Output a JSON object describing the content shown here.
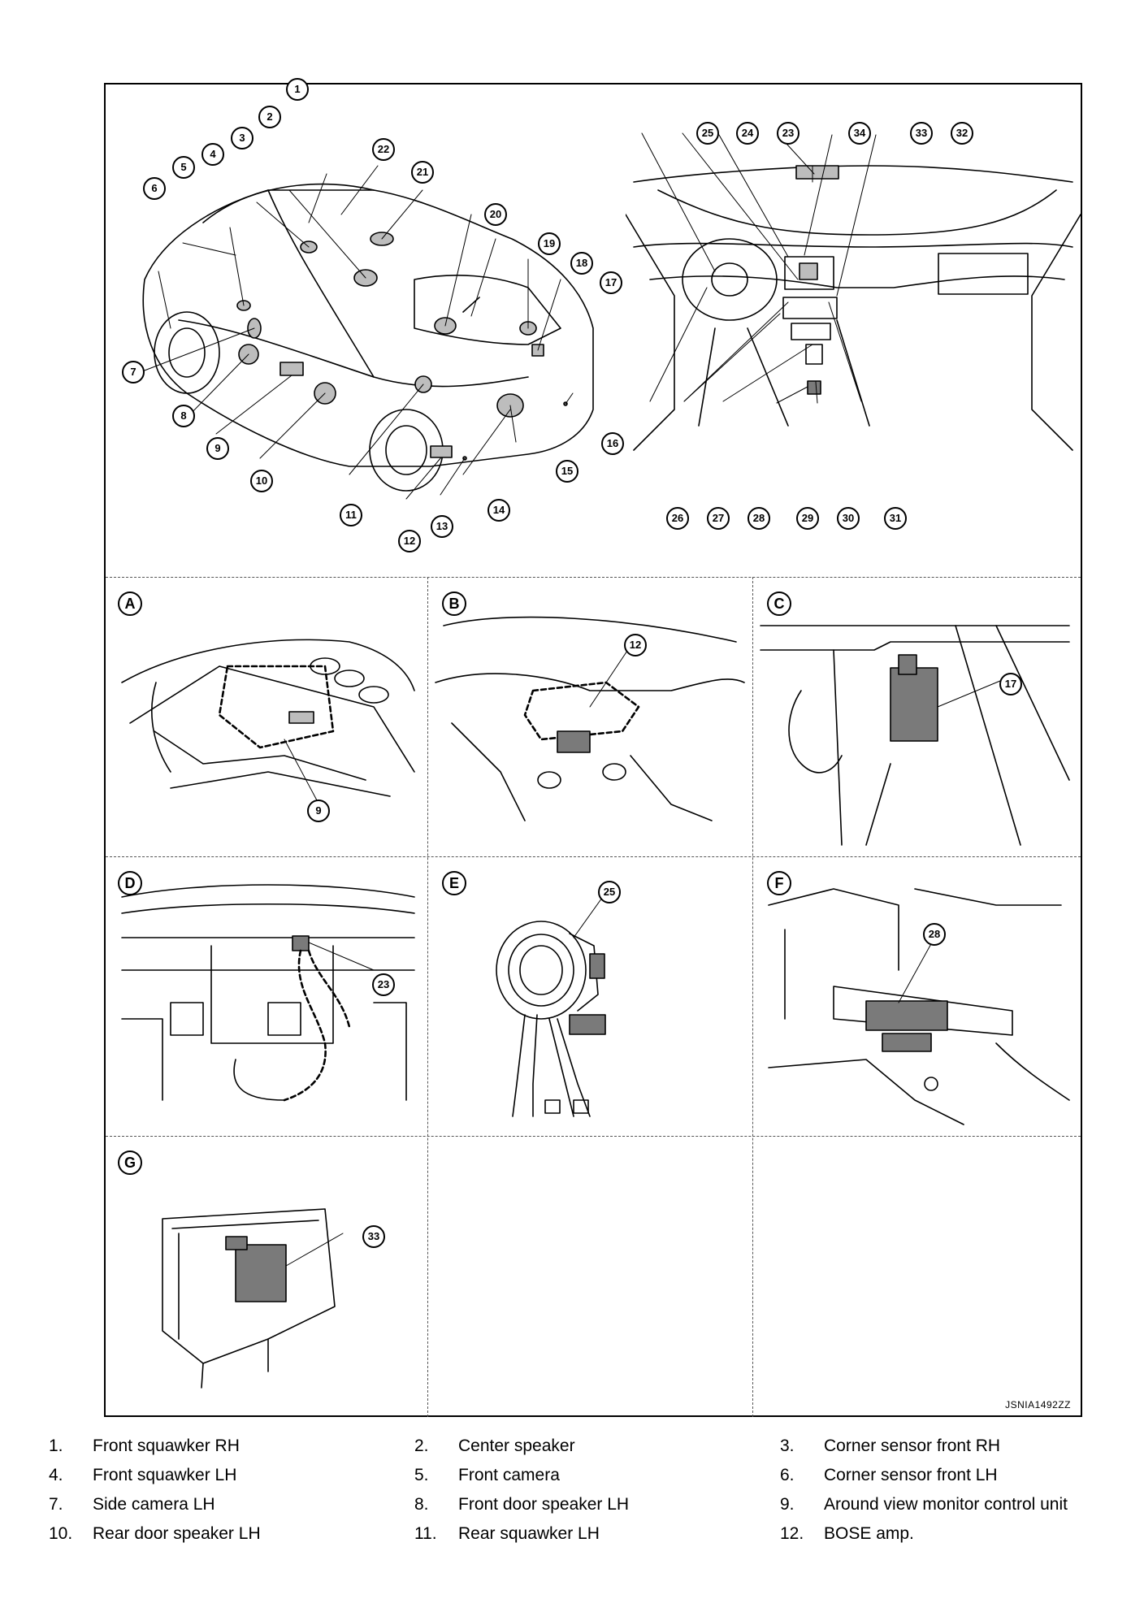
{
  "figure": {
    "reference_code": "JSNIA1492ZZ",
    "panel_letters": [
      "A",
      "B",
      "C",
      "D",
      "E",
      "F",
      "G"
    ],
    "overview_callouts": [
      "1",
      "2",
      "3",
      "4",
      "5",
      "6",
      "7",
      "8",
      "9",
      "10",
      "11",
      "12",
      "13",
      "14",
      "15",
      "16",
      "17",
      "18",
      "19",
      "20",
      "21",
      "22"
    ],
    "cockpit_callouts": [
      "23",
      "24",
      "25",
      "26",
      "27",
      "28",
      "29",
      "30",
      "31",
      "32",
      "33",
      "34"
    ],
    "panel_callouts": {
      "A": "9",
      "B": "12",
      "C": "17",
      "D": "23",
      "E": "25",
      "F": "28",
      "G": "33"
    }
  },
  "legend": [
    {
      "num": "1.",
      "label": "Front squawker RH"
    },
    {
      "num": "2.",
      "label": "Center speaker"
    },
    {
      "num": "3.",
      "label": "Corner sensor front RH"
    },
    {
      "num": "4.",
      "label": "Front squawker LH"
    },
    {
      "num": "5.",
      "label": "Front camera"
    },
    {
      "num": "6.",
      "label": "Corner sensor front LH"
    },
    {
      "num": "7.",
      "label": "Side camera LH"
    },
    {
      "num": "8.",
      "label": "Front door speaker LH"
    },
    {
      "num": "9.",
      "label": "Around view monitor control unit"
    },
    {
      "num": "10.",
      "label": "Rear door speaker LH"
    },
    {
      "num": "11.",
      "label": "Rear squawker LH"
    },
    {
      "num": "12.",
      "label": "BOSE amp."
    }
  ]
}
